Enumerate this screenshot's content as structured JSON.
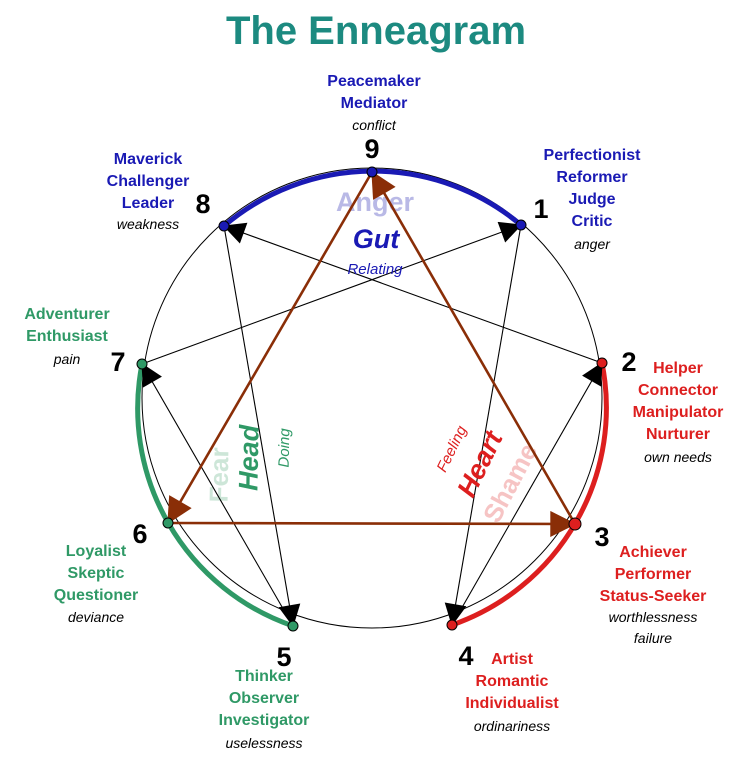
{
  "title": "The Enneagram",
  "colors": {
    "title": "#1c8a80",
    "gut": "#1a1ab4",
    "heart": "#dd1f1f",
    "head": "#2f9966",
    "arrow": "#8a2e07",
    "gut_light": "#b9b9e6",
    "heart_light": "#f6c4c4",
    "head_light": "#cde6d8"
  },
  "types": [
    {
      "number": "9",
      "roles": [
        "Peacemaker",
        "Mediator"
      ],
      "note": "conflict",
      "center": "gut"
    },
    {
      "number": "1",
      "roles": [
        "Perfectionist",
        "Reformer",
        "Judge",
        "Critic"
      ],
      "note": "anger",
      "center": "gut"
    },
    {
      "number": "2",
      "roles": [
        "Helper",
        "Connector",
        "Manipulator",
        "Nurturer"
      ],
      "note": "own needs",
      "center": "heart"
    },
    {
      "number": "3",
      "roles": [
        "Achiever",
        "Performer",
        "Status-Seeker"
      ],
      "note": "worthlessness failure",
      "notes": [
        "worthlessness",
        "failure"
      ],
      "center": "heart"
    },
    {
      "number": "4",
      "roles": [
        "Artist",
        "Romantic",
        "Individualist"
      ],
      "note": "ordinariness",
      "center": "heart"
    },
    {
      "number": "5",
      "roles": [
        "Thinker",
        "Observer",
        "Investigator"
      ],
      "note": "uselessness",
      "center": "head"
    },
    {
      "number": "6",
      "roles": [
        "Loyalist",
        "Skeptic",
        "Questioner"
      ],
      "note": "deviance",
      "center": "head"
    },
    {
      "number": "7",
      "roles": [
        "Adventurer",
        "Enthusiast"
      ],
      "note": "pain",
      "center": "head"
    },
    {
      "number": "8",
      "roles": [
        "Maverick",
        "Challenger",
        "Leader"
      ],
      "note": "weakness",
      "center": "gut"
    }
  ],
  "centers": {
    "gut": {
      "name": "Gut",
      "mode": "Relating",
      "emotion": "Anger"
    },
    "heart": {
      "name": "Heart",
      "mode": "Feeling",
      "emotion": "Shame"
    },
    "head": {
      "name": "Head",
      "mode": "Doing",
      "emotion": "Fear"
    }
  }
}
